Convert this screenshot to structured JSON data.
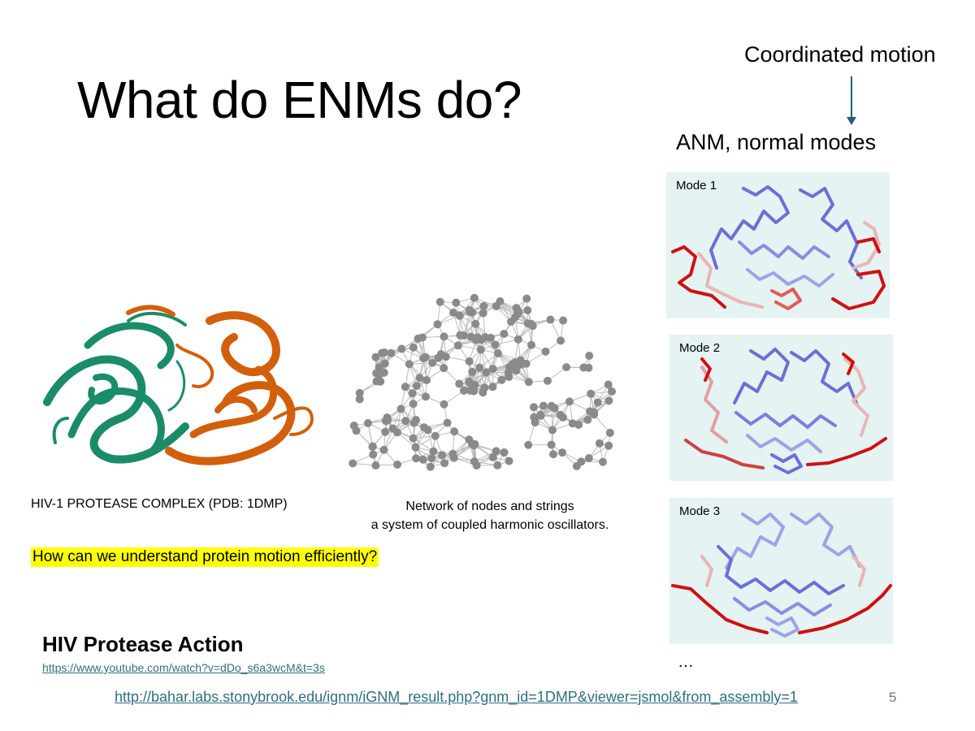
{
  "slide": {
    "title": "What do ENMs do?",
    "page_number": "5"
  },
  "right_column": {
    "top_label": "Coordinated motion",
    "sub_label": "ANM, normal modes",
    "modes": [
      {
        "label": "Mode 1"
      },
      {
        "label": "Mode 2"
      },
      {
        "label": "Mode 3"
      }
    ],
    "ellipsis": "…"
  },
  "figures": {
    "protein_caption": "HIV-1 PROTEASE COMPLEX (PDB: 1DMP)",
    "network_caption_line1": "Network of nodes and strings",
    "network_caption_line2": "a system of coupled harmonic oscillators."
  },
  "highlight_question": "How can we understand protein motion efficiently?",
  "video": {
    "title": "HIV Protease Action",
    "link": "https://www.youtube.com/watch?v=dDo_s6a3wcM&t=3s"
  },
  "source_link": "http://bahar.labs.stonybrook.edu/ignm/iGNM_result.php?gnm_id=1DMP&viewer=jsmol&from_assembly=1",
  "colors": {
    "chain_a": "#1a8c6a",
    "chain_b": "#d35f0c",
    "link": "#2e6f7f",
    "highlight": "#ffff00",
    "mode_bg": "#e5f3f2",
    "low_mobility": "#6b6fd6",
    "high_mobility": "#d01010"
  }
}
